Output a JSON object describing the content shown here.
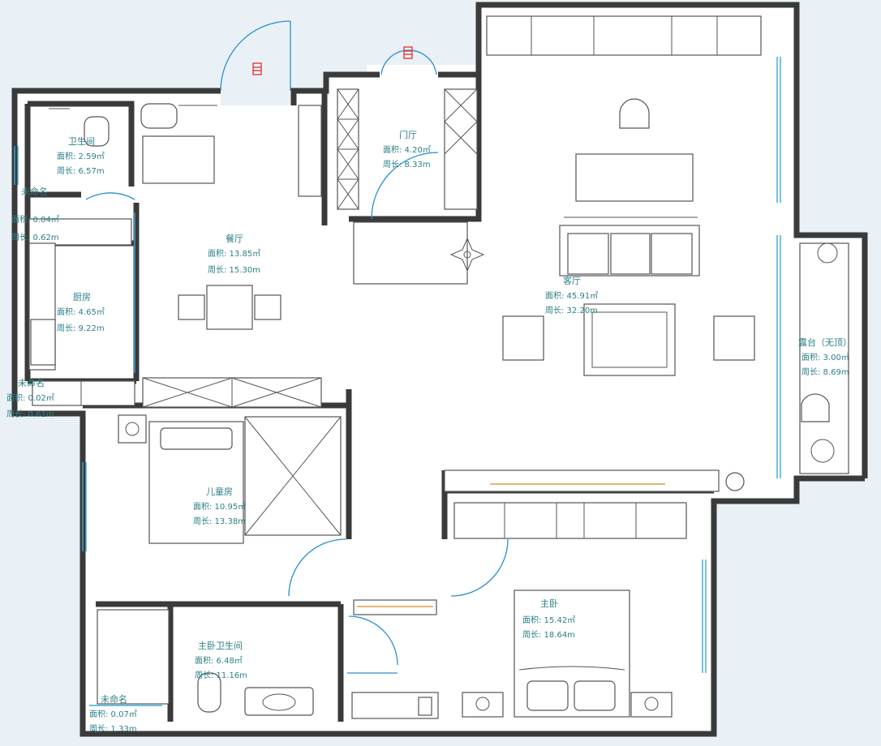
{
  "colors": {
    "background": "#e9f1f7",
    "floor": "#ffffff",
    "wall": "#3a3a3a",
    "label": "#2c7f88",
    "door_arc": "#2a8fd0",
    "window": "#3aa9d6",
    "entry_marker": "#e03030"
  },
  "rooms": [
    {
      "id": "bath1",
      "name": "卫生间",
      "area": "面积: 2.59㎡",
      "perimeter": "周长: 6.57m"
    },
    {
      "id": "unnamed1",
      "name": "未命名",
      "area": "面积: 0.04㎡",
      "perimeter": "周长: 0.62m"
    },
    {
      "id": "kitchen",
      "name": "厨房",
      "area": "面积: 4.65㎡",
      "perimeter": "周长: 9.22m"
    },
    {
      "id": "unnamed2",
      "name": "未命名",
      "area": "面积: 0.02㎡",
      "perimeter": "周长: 0.61m"
    },
    {
      "id": "dining",
      "name": "餐厅",
      "area": "面积: 13.85㎡",
      "perimeter": "周长: 15.30m"
    },
    {
      "id": "foyer",
      "name": "门厅",
      "area": "面积: 4.20㎡",
      "perimeter": "周长: 8.33m"
    },
    {
      "id": "living",
      "name": "客厅",
      "area": "面积: 45.91㎡",
      "perimeter": "周长: 32.20m"
    },
    {
      "id": "balcony",
      "name": "露台（无顶）",
      "area": "面积: 3.00㎡",
      "perimeter": "周长: 8.69m"
    },
    {
      "id": "kids",
      "name": "儿童房",
      "area": "面积: 10.95㎡",
      "perimeter": "周长: 13.38m"
    },
    {
      "id": "master",
      "name": "主卧",
      "area": "面积: 15.42㎡",
      "perimeter": "周长: 18.64m"
    },
    {
      "id": "masterbath",
      "name": "主卧卫生间",
      "area": "面积: 6.48㎡",
      "perimeter": "周长: 11.16m"
    },
    {
      "id": "unnamed3",
      "name": "未命名",
      "area": "面积: 0.07㎡",
      "perimeter": "周长: 1.33m"
    }
  ],
  "entry_marker_icon": "entry-arrow-icon"
}
